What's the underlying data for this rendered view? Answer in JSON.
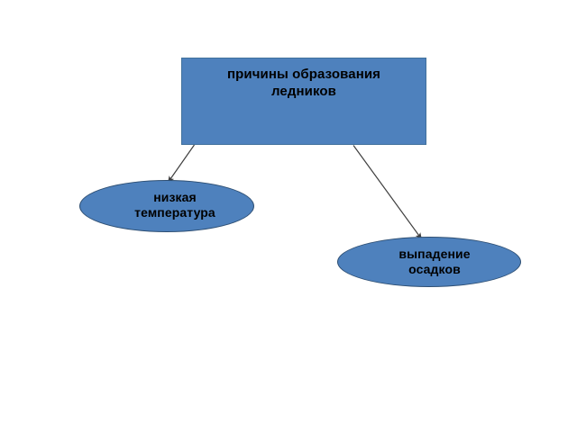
{
  "diagram": {
    "background_color": "#FFFFFF",
    "shape_fill_color": "#4E81BD",
    "shape_border_color": "#41719C",
    "text_color": "#000000",
    "connector_color": "#404040",
    "nodes": [
      {
        "id": "root",
        "shape": "rectangle",
        "label": "причины образования\nледников"
      },
      {
        "id": "cause-low-temperature",
        "shape": "ellipse",
        "label": "низкая\nтемпература"
      },
      {
        "id": "cause-precipitation",
        "shape": "ellipse",
        "label": "выпадение\nосадков"
      }
    ],
    "connectors": [
      {
        "id": "root-to-low-temperature",
        "from": "root",
        "to": "cause-low-temperature",
        "arrowhead": "end"
      },
      {
        "id": "root-to-precipitation",
        "from": "root",
        "to": "cause-precipitation",
        "arrowhead": "end"
      }
    ]
  }
}
